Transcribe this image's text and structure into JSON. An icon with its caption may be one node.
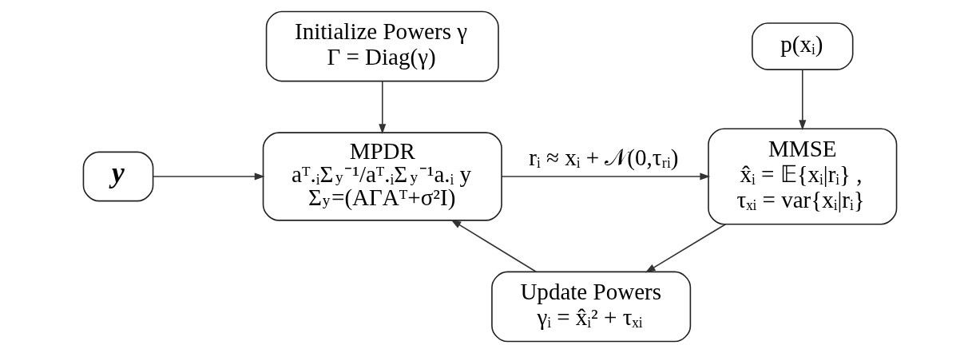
{
  "diagram": {
    "nodes": [
      {
        "text": [
          "Initialize Powers γ",
          "Γ = Diag(γ)"
        ]
      },
      {
        "text": [
          "p(xᵢ)"
        ]
      },
      {
        "text": [
          "y"
        ]
      },
      {
        "text": [
          "MPDR",
          "aᵀ.ᵢΣ$_{y}$⁻¹/aᵀ.ᵢΣ$_{y}$⁻¹a.ᵢ y",
          "Σ$_{y}$=(AΓAᵀ+σ²I)"
        ]
      },
      {
        "text": [
          "MMSE",
          "x̂ᵢ = 𝔼{xᵢ|rᵢ} ,",
          "τₓᵢ = var{xᵢ|rᵢ}"
        ]
      },
      {
        "text": [
          "Update Powers",
          "γᵢ = x̂ᵢ² + τₓᵢ"
        ]
      }
    ],
    "edges": [
      {
        "from": 0,
        "to": 3,
        "arrow": "to"
      },
      {
        "from": 2,
        "to": 3,
        "arrow": "to"
      },
      {
        "from": 3,
        "to": 4,
        "arrow": "to",
        "label": "rᵢ ≈ xᵢ + 𝒩(0,τᵣᵢ)"
      },
      {
        "from": 1,
        "to": 4,
        "arrow": "to"
      },
      {
        "from": 4,
        "to": 5,
        "arrow": "to"
      },
      {
        "from": 5,
        "to": 3,
        "arrow": "to"
      }
    ]
  }
}
